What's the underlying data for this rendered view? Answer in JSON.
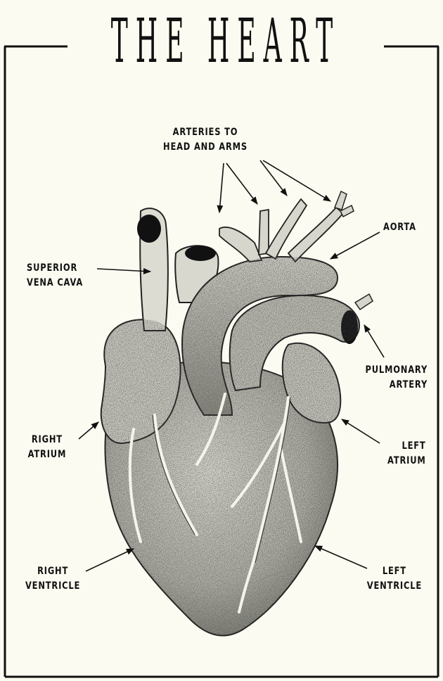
{
  "title": "THE HEART",
  "labels": {
    "arteries_to_head_and_arms": [
      "ARTERIES TO",
      "HEAD AND ARMS"
    ],
    "aorta": [
      "AORTA"
    ],
    "superior_vena_cava": [
      "SUPERIOR",
      "VENA CAVA"
    ],
    "pulmonary_artery": [
      "PULMONARY",
      "ARTERY"
    ],
    "right_atrium": [
      "RIGHT",
      "ATRIUM"
    ],
    "left_atrium": [
      "LEFT",
      "ATRIUM"
    ],
    "right_ventricle": [
      "RIGHT",
      "VENTRICLE"
    ],
    "left_ventricle": [
      "LEFT",
      "VENTRICLE"
    ]
  },
  "colors": {
    "background": "#fbfbf1",
    "ink": "#111111",
    "tissue": "#c9c9c0"
  }
}
